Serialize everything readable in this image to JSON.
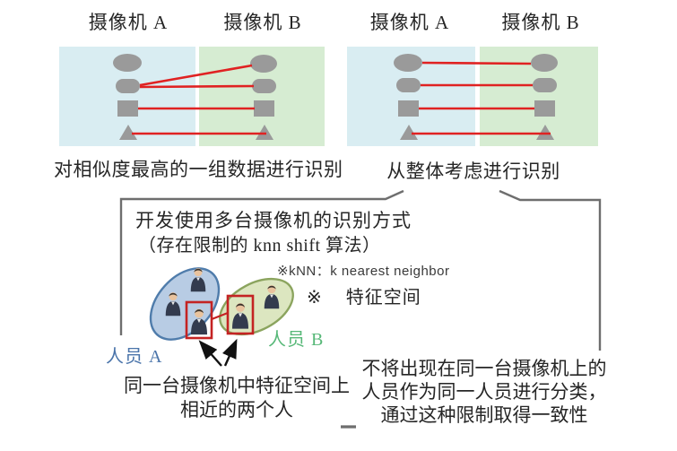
{
  "figure": {
    "panels": [
      {
        "camera_a": "摄像机 A",
        "camera_b": "摄像机 B",
        "caption": "对相似度最高的一组数据进行识别",
        "shapes": [
          "ellipse",
          "stadium",
          "square",
          "triangle"
        ],
        "connections": [
          {
            "from": "A-stadium",
            "to": "B-ellipse"
          },
          {
            "from": "A-stadium",
            "to": "B-stadium"
          },
          {
            "from": "A-square",
            "to": "B-square"
          },
          {
            "from": "A-triangle",
            "to": "B-triangle"
          }
        ]
      },
      {
        "camera_a": "摄像机 A",
        "camera_b": "摄像机 B",
        "caption": "从整体考虑进行识别",
        "shapes": [
          "ellipse",
          "stadium",
          "square",
          "triangle"
        ],
        "connections": [
          {
            "from": "A-ellipse",
            "to": "B-ellipse"
          },
          {
            "from": "A-stadium",
            "to": "B-stadium"
          },
          {
            "from": "A-square",
            "to": "B-square"
          },
          {
            "from": "A-triangle",
            "to": "B-triangle"
          }
        ]
      }
    ],
    "callout": {
      "title_line1": "开发使用多台摄像机的识别方式",
      "title_line2": "（存在限制的 knn shift 算法）",
      "knn_note": "※kNN：k nearest neighbor",
      "feature_space_marker": "※",
      "feature_space_label": "特征空间",
      "person_a": "人员 A",
      "person_b": "人员 B",
      "pointer_caption_line1": "同一台摄像机中特征空间上",
      "pointer_caption_line2": "相近的两个人",
      "constraint_line1": "不将出现在同一台摄像机上的",
      "constraint_line2": "人员作为同一人员进行分类，",
      "constraint_line3": "通过这种限制取得一致性"
    },
    "colors": {
      "camera_a_panel": "#d9edf2",
      "camera_b_panel": "#d6ecd2",
      "shape_gray": "#9a9a9a",
      "match_line_red": "#e02222",
      "highlight_box_red": "#c42323",
      "cluster_a_fill": "#b8cce4",
      "cluster_a_stroke": "#4f7cab",
      "cluster_b_fill": "#dce6c0",
      "cluster_b_stroke": "#8ba45e",
      "person_a_text": "#4a74aa",
      "person_b_text": "#57b878",
      "callout_border": "#6e6e6e"
    }
  }
}
